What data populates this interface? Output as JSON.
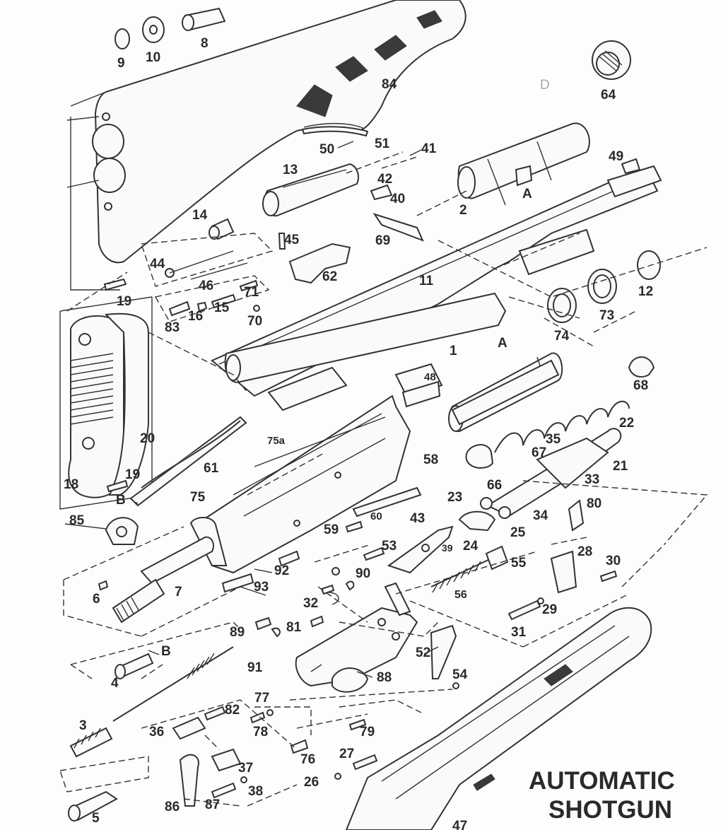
{
  "title_lines": [
    "AUTOMATIC",
    "SHOTGUN"
  ],
  "stray_marks": [
    "D"
  ],
  "callouts": [
    {
      "id": "n1",
      "text": "1"
    },
    {
      "id": "n2",
      "text": "2"
    },
    {
      "id": "n3",
      "text": "3"
    },
    {
      "id": "n4",
      "text": "4"
    },
    {
      "id": "n5",
      "text": "5"
    },
    {
      "id": "n6",
      "text": "6"
    },
    {
      "id": "n7",
      "text": "7"
    },
    {
      "id": "n8",
      "text": "8"
    },
    {
      "id": "n9",
      "text": "9"
    },
    {
      "id": "n10",
      "text": "10"
    },
    {
      "id": "n11",
      "text": "11"
    },
    {
      "id": "n12",
      "text": "12"
    },
    {
      "id": "n13",
      "text": "13"
    },
    {
      "id": "n14",
      "text": "14"
    },
    {
      "id": "n15",
      "text": "15"
    },
    {
      "id": "n16",
      "text": "16"
    },
    {
      "id": "n18",
      "text": "18"
    },
    {
      "id": "n19a",
      "text": "19"
    },
    {
      "id": "n19b",
      "text": "19"
    },
    {
      "id": "n20",
      "text": "20"
    },
    {
      "id": "n21",
      "text": "21"
    },
    {
      "id": "n22",
      "text": "22"
    },
    {
      "id": "n23",
      "text": "23"
    },
    {
      "id": "n24",
      "text": "24"
    },
    {
      "id": "n25",
      "text": "25"
    },
    {
      "id": "n26",
      "text": "26"
    },
    {
      "id": "n27",
      "text": "27"
    },
    {
      "id": "n28",
      "text": "28"
    },
    {
      "id": "n29",
      "text": "29"
    },
    {
      "id": "n30",
      "text": "30"
    },
    {
      "id": "n31",
      "text": "31"
    },
    {
      "id": "n32",
      "text": "32"
    },
    {
      "id": "n33",
      "text": "33"
    },
    {
      "id": "n34",
      "text": "34"
    },
    {
      "id": "n35",
      "text": "35"
    },
    {
      "id": "n36",
      "text": "36"
    },
    {
      "id": "n37",
      "text": "37"
    },
    {
      "id": "n38",
      "text": "38"
    },
    {
      "id": "n39",
      "text": "39"
    },
    {
      "id": "n40",
      "text": "40"
    },
    {
      "id": "n41",
      "text": "41"
    },
    {
      "id": "n42",
      "text": "42"
    },
    {
      "id": "n43",
      "text": "43"
    },
    {
      "id": "n44",
      "text": "44"
    },
    {
      "id": "n45",
      "text": "45"
    },
    {
      "id": "n46",
      "text": "46"
    },
    {
      "id": "n47",
      "text": "47"
    },
    {
      "id": "n48",
      "text": "48"
    },
    {
      "id": "n49",
      "text": "49"
    },
    {
      "id": "n50",
      "text": "50"
    },
    {
      "id": "n51",
      "text": "51"
    },
    {
      "id": "n52",
      "text": "52"
    },
    {
      "id": "n53",
      "text": "53"
    },
    {
      "id": "n54",
      "text": "54"
    },
    {
      "id": "n55",
      "text": "55"
    },
    {
      "id": "n56",
      "text": "56"
    },
    {
      "id": "n58",
      "text": "58"
    },
    {
      "id": "n59",
      "text": "59"
    },
    {
      "id": "n60",
      "text": "60"
    },
    {
      "id": "n61",
      "text": "61"
    },
    {
      "id": "n62",
      "text": "62"
    },
    {
      "id": "n64",
      "text": "64"
    },
    {
      "id": "n66",
      "text": "66"
    },
    {
      "id": "n67",
      "text": "67"
    },
    {
      "id": "n68",
      "text": "68"
    },
    {
      "id": "n69",
      "text": "69"
    },
    {
      "id": "n70",
      "text": "70"
    },
    {
      "id": "n71",
      "text": "71"
    },
    {
      "id": "n73",
      "text": "73"
    },
    {
      "id": "n74",
      "text": "74"
    },
    {
      "id": "n75",
      "text": "75"
    },
    {
      "id": "n75a",
      "text": "75a"
    },
    {
      "id": "n76",
      "text": "76"
    },
    {
      "id": "n77",
      "text": "77"
    },
    {
      "id": "n78",
      "text": "78"
    },
    {
      "id": "n79",
      "text": "79"
    },
    {
      "id": "n80",
      "text": "80"
    },
    {
      "id": "n81",
      "text": "81"
    },
    {
      "id": "n82",
      "text": "82"
    },
    {
      "id": "n83",
      "text": "83"
    },
    {
      "id": "n84",
      "text": "84"
    },
    {
      "id": "n85",
      "text": "85"
    },
    {
      "id": "n86",
      "text": "86"
    },
    {
      "id": "n87",
      "text": "87"
    },
    {
      "id": "n88",
      "text": "88"
    },
    {
      "id": "n89",
      "text": "89"
    },
    {
      "id": "n90",
      "text": "90"
    },
    {
      "id": "n91",
      "text": "91"
    },
    {
      "id": "n92",
      "text": "92"
    },
    {
      "id": "n93",
      "text": "93"
    },
    {
      "id": "nA1",
      "text": "A"
    },
    {
      "id": "nA2",
      "text": "A"
    },
    {
      "id": "nB1",
      "text": "B"
    },
    {
      "id": "nB2",
      "text": "B"
    }
  ]
}
